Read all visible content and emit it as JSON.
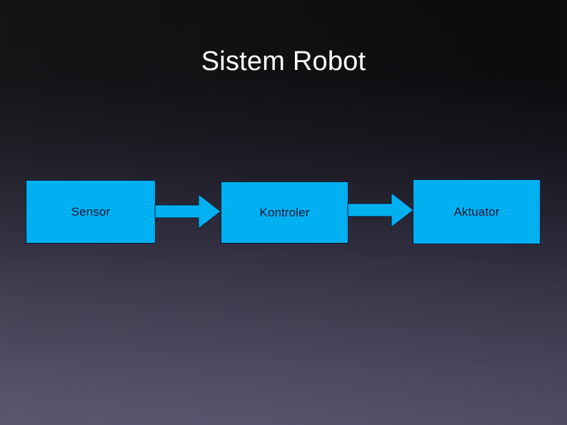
{
  "slide": {
    "title": "Sistem Robot",
    "background": {
      "top_color": "#0c0c0e",
      "bottom_color": "#54516a"
    }
  },
  "diagram": {
    "type": "flow",
    "accent_color": "#00b0f0",
    "label_color": "#17173a",
    "border_color": "#0b1b3a",
    "nodes": [
      {
        "id": "sensor",
        "label": "Sensor"
      },
      {
        "id": "kontroler",
        "label": "Kontroler"
      },
      {
        "id": "aktuator",
        "label": "Aktuator"
      }
    ],
    "connectors": [
      {
        "id": "sensor-kontroler",
        "icon": "block-arrow-right-icon",
        "from": "sensor",
        "to": "kontroler"
      },
      {
        "id": "kontroler-aktuator",
        "icon": "block-arrow-right-icon",
        "from": "kontroler",
        "to": "aktuator"
      }
    ]
  }
}
